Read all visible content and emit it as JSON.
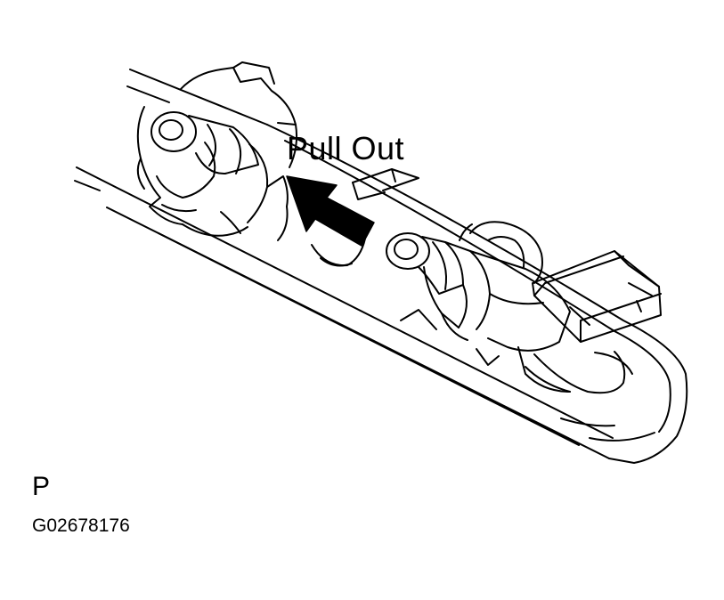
{
  "diagram": {
    "callout_text": "Pull Out",
    "corner_label": "P",
    "figure_id": "G02678176",
    "line_color": "#000000",
    "background_color": "#ffffff",
    "icons": [
      "fuel-injector",
      "fuel-rail",
      "injector-connector",
      "direction-arrow"
    ]
  }
}
